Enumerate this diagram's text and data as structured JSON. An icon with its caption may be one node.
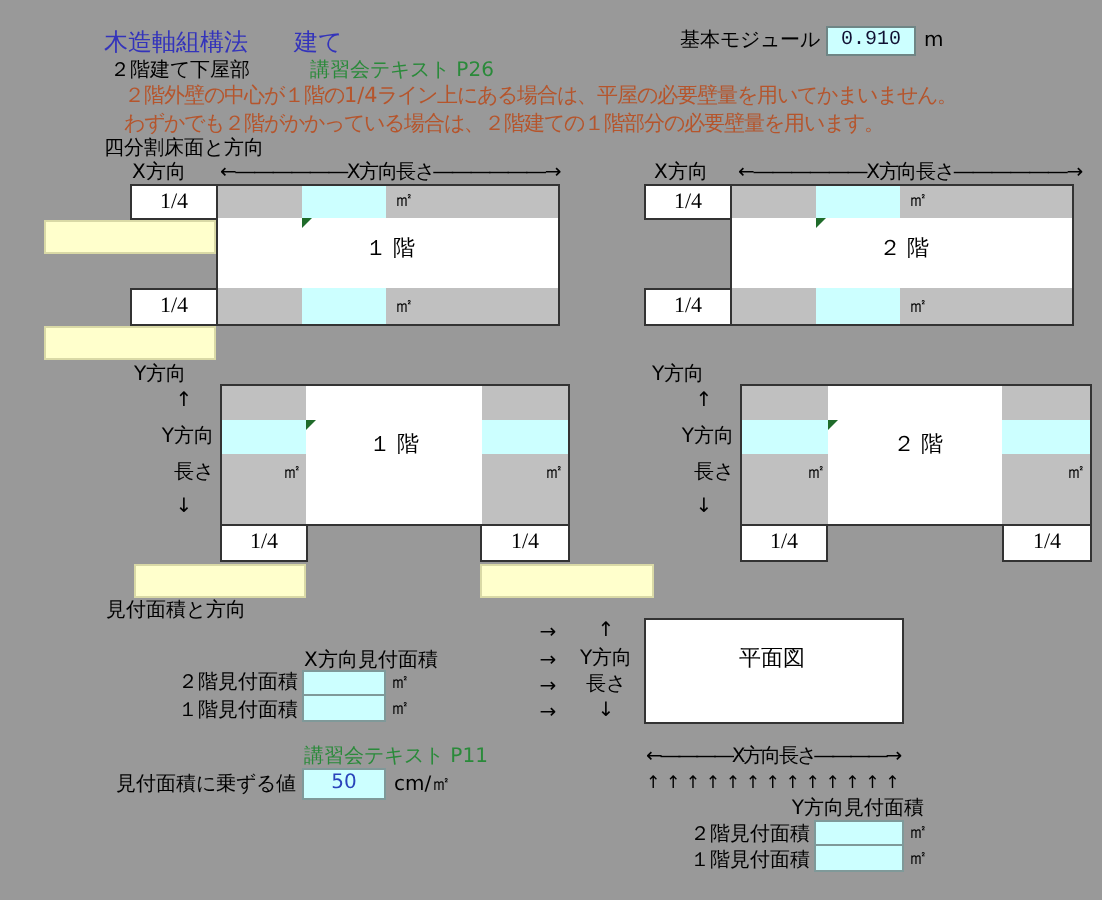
{
  "diagram": {
    "title": "木造軸組構法",
    "nodes": [
      {
        "text": [
          "0.910"
        ],
        "beside": [
          "m"
        ]
      },
      {
        "text": [
          "1/4"
        ]
      },
      {
        "text": [
          "１ 階"
        ]
      },
      {
        "text": [],
        "shape": "box",
        "in": 2,
        "beside": [
          "㎡"
        ]
      },
      {
        "text": [],
        "shape": "box"
      },
      {
        "text": [
          "1/4"
        ]
      },
      {
        "text": [],
        "shape": "box",
        "in": 2,
        "beside": [
          "㎡"
        ]
      },
      {
        "text": [],
        "shape": "box"
      },
      {
        "text": [
          "1/4"
        ]
      },
      {
        "text": [
          "２ 階"
        ]
      },
      {
        "text": [],
        "shape": "box",
        "in": 9,
        "beside": [
          "㎡"
        ]
      },
      {
        "text": [
          "1/4"
        ]
      },
      {
        "text": [],
        "shape": "box",
        "in": 9,
        "beside": [
          "㎡"
        ]
      },
      {
        "text": [
          "１ 階"
        ]
      },
      {
        "text": [],
        "shape": "box",
        "in": 13,
        "beside": [
          "㎡"
        ]
      },
      {
        "text": [],
        "shape": "box",
        "in": 13,
        "beside": [
          "㎡"
        ]
      },
      {
        "text": [
          "1/4"
        ]
      },
      {
        "text": [
          "1/4"
        ]
      },
      {
        "text": [],
        "shape": "box"
      },
      {
        "text": [],
        "shape": "box"
      },
      {
        "text": [
          "２ 階"
        ]
      },
      {
        "text": [],
        "shape": "box",
        "in": 20,
        "beside": [
          "㎡"
        ]
      },
      {
        "text": [],
        "shape": "box",
        "in": 20,
        "beside": [
          "㎡"
        ]
      },
      {
        "text": [
          "1/4"
        ]
      },
      {
        "text": [
          "1/4"
        ]
      },
      {
        "text": [],
        "shape": "box",
        "beside": [
          "㎡"
        ]
      },
      {
        "text": [],
        "shape": "box",
        "beside": [
          "㎡"
        ]
      },
      {
        "text": [
          "平面図"
        ]
      },
      {
        "text": [
          "50"
        ],
        "beside": [
          "cm/㎡"
        ]
      },
      {
        "text": [],
        "shape": "box",
        "beside": [
          "㎡"
        ]
      },
      {
        "text": [],
        "shape": "box",
        "beside": [
          "㎡"
        ]
      }
    ],
    "labels": [
      "建て",
      "基本モジュール",
      "２階建て下屋部",
      "講習会テキスト P26",
      "２階外壁の中心が１階の1/4ライン上にある場合は、平屋の必要壁量を用いてかまいません。",
      "わずかでも２階がかかっている場合は、２階建ての１階部分の必要壁量を用います。",
      "四分割床面と方向",
      "X方向",
      "←――――――X方向長さ――――――→",
      "X方向",
      "←――――――X方向長さ――――――→",
      "Y方向",
      "Y方向",
      "↑Y方向長さ↓",
      "↑Y方向長さ↓",
      "見付面積と方向",
      "→ → → →",
      "↑Y方向長さ↓",
      "X方向見付面積",
      "２階見付面積",
      "１階見付面積",
      "講習会テキスト P11",
      "←――――X方向長さ――――→",
      "見付面積に乗ずる値",
      "↑ ↑ ↑ ↑ ↑ ↑ ↑ ↑ ↑ ↑ ↑ ↑ ↑",
      "Y方向見付面積",
      "２階見付面積",
      "１階見付面積"
    ]
  }
}
